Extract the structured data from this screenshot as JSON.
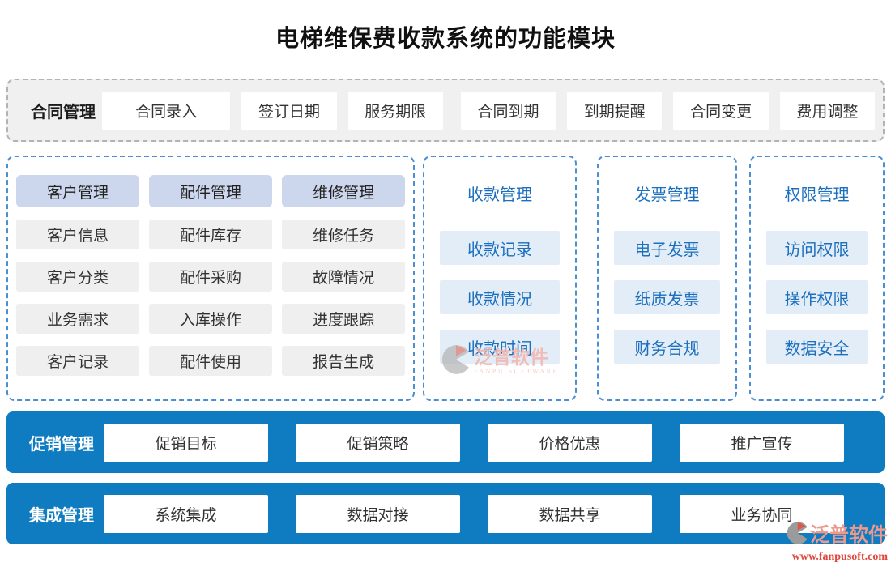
{
  "title": "电梯维保费收款系统的功能模块",
  "contract": {
    "label": "合同管理",
    "items": [
      "合同录入",
      "签订日期",
      "服务期限",
      "合同到期",
      "到期提醒",
      "合同变更",
      "费用调整"
    ]
  },
  "left_panel": {
    "columns": [
      {
        "header": "客户管理",
        "items": [
          "客户信息",
          "客户分类",
          "业务需求",
          "客户记录"
        ]
      },
      {
        "header": "配件管理",
        "items": [
          "配件库存",
          "配件采购",
          "入库操作",
          "配件使用"
        ]
      },
      {
        "header": "维修管理",
        "items": [
          "维修任务",
          "故障情况",
          "进度跟踪",
          "报告生成"
        ]
      }
    ]
  },
  "panels": [
    {
      "title": "收款管理",
      "items": [
        "收款记录",
        "收款情况",
        "收款时间"
      ]
    },
    {
      "title": "发票管理",
      "items": [
        "电子发票",
        "纸质发票",
        "财务合规"
      ]
    },
    {
      "title": "权限管理",
      "items": [
        "访问权限",
        "操作权限",
        "数据安全"
      ]
    }
  ],
  "bars": [
    {
      "label": "促销管理",
      "items": [
        "促销目标",
        "促销策略",
        "价格优惠",
        "推广宣传"
      ]
    },
    {
      "label": "集成管理",
      "items": [
        "系统集成",
        "数据对接",
        "数据共享",
        "业务协同"
      ]
    }
  ],
  "watermark": {
    "brand": "泛普软件",
    "sub": "FANPU SOFTWARE",
    "url": "www.fanpusoft.com"
  },
  "colors": {
    "bar_blue": "#0f7cc2",
    "panel_border_blue": "#4a8fd4",
    "header_pill": "#ccd6ec",
    "light_blue_cell": "#e2edf8",
    "blue_text": "#1b6fbd",
    "gray_cell": "#efefef",
    "strip_gray": "#f0f0f0",
    "watermark_red": "#e0463a"
  }
}
